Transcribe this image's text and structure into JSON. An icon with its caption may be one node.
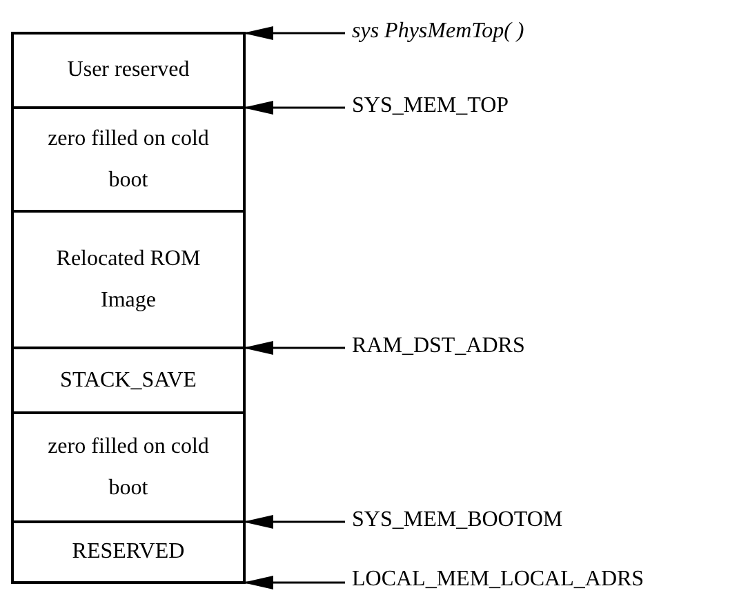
{
  "diagram": {
    "nodes": [
      {
        "text": [
          "User reserved"
        ]
      },
      {
        "text": [
          "zero filled on cold boot"
        ]
      },
      {
        "text": [
          "Relocated ROM Image"
        ]
      },
      {
        "text": [
          "STACK_SAVE"
        ]
      },
      {
        "text": [
          "zero filled on cold boot"
        ]
      },
      {
        "text": [
          "RESERVED"
        ]
      },
      {
        "text": [
          "sys PhysMemTop( )"
        ]
      },
      {
        "text": [
          "SYS_MEM_TOP"
        ]
      },
      {
        "text": [
          "RAM_DST_ADRS"
        ]
      },
      {
        "text": [
          "SYS_MEM_BOOTOM"
        ]
      },
      {
        "text": [
          "LOCAL_MEM_LOCAL_ADRS"
        ]
      }
    ],
    "edges": [
      {
        "from": 6,
        "to": 0,
        "arrow": "to"
      },
      {
        "from": 7,
        "to": 1,
        "arrow": "to"
      },
      {
        "from": 8,
        "to": 3,
        "arrow": "to"
      },
      {
        "from": 9,
        "to": 5,
        "arrow": "to"
      },
      {
        "from": 10,
        "to": 5,
        "arrow": "to"
      }
    ]
  }
}
